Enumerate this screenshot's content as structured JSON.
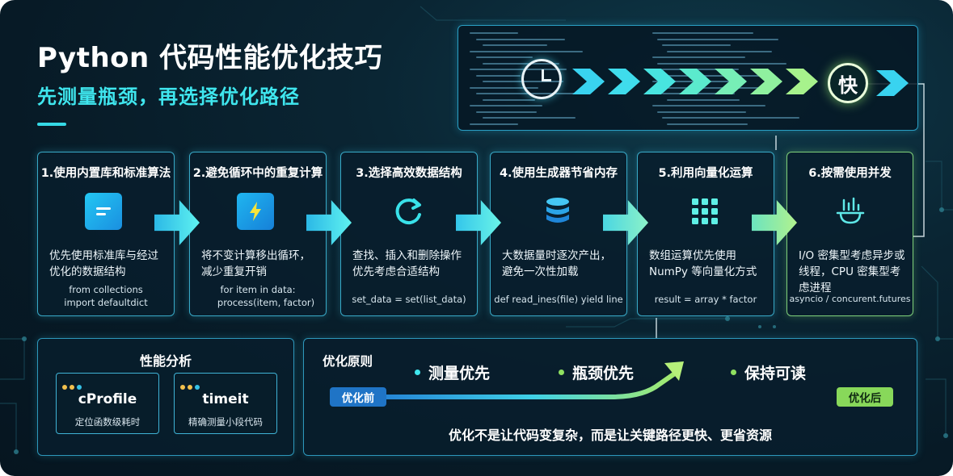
{
  "header": {
    "title": "Python 代码性能优化技巧",
    "subtitle": "先测量瓶颈，再选择优化路径"
  },
  "speed_banner": {
    "clock_icon": "clock-icon",
    "badge": "快"
  },
  "steps": [
    {
      "title": "1.使用内置库和标准算法",
      "icon": "list-icon",
      "desc": "优先使用标准库与经过优化的数据结构",
      "code": [
        "from collections",
        "import defaultdict"
      ]
    },
    {
      "title": "2.避免循环中的重复计算",
      "icon": "lightning-icon",
      "desc": "将不变计算移出循环，减少重复开销",
      "code": [
        "for item in data:",
        "process(item, factor)"
      ]
    },
    {
      "title": "3.选择高效数据结构",
      "icon": "refresh-icon",
      "desc": "查找、插入和删除操作优先考虑合适结构",
      "code": [
        "set_data = set(list_data)"
      ]
    },
    {
      "title": "4.使用生成器节省内存",
      "icon": "database-icon",
      "desc": "大数据量时逐次产出，避免一次性加载",
      "code": [
        "def read_ines(file) yield line"
      ]
    },
    {
      "title": "5.利用向量化运算",
      "icon": "grid-icon",
      "desc": "数组运算优先使用 NumPy 等向量化方式",
      "code": [
        "result = array * factor"
      ]
    },
    {
      "title": "6.按需使用并发",
      "icon": "concurrency-icon",
      "desc": "I/O 密集型考虑异步或线程，CPU 密集型考虑进程",
      "code": [
        "asyncio / concurent.futures"
      ]
    }
  ],
  "perf": {
    "title": "性能分析",
    "tools": [
      {
        "name": "cProfile",
        "desc": "定位函数级耗时"
      },
      {
        "name": "timeit",
        "desc": "精确测量小段代码"
      }
    ]
  },
  "principles": {
    "title": "优化原则",
    "items": [
      "测量优先",
      "瓶颈优先",
      "保持可读"
    ],
    "before": "优化前",
    "after": "优化后",
    "footer": "优化不是让代码变复杂，而是让关键路径更快、更省资源"
  },
  "colors": {
    "accent_cyan": "#3fe6ee",
    "accent_green": "#8fe060",
    "panel_border": "#38a9c7",
    "before_blue": "#1f74c6",
    "after_green": "#88d85a"
  }
}
